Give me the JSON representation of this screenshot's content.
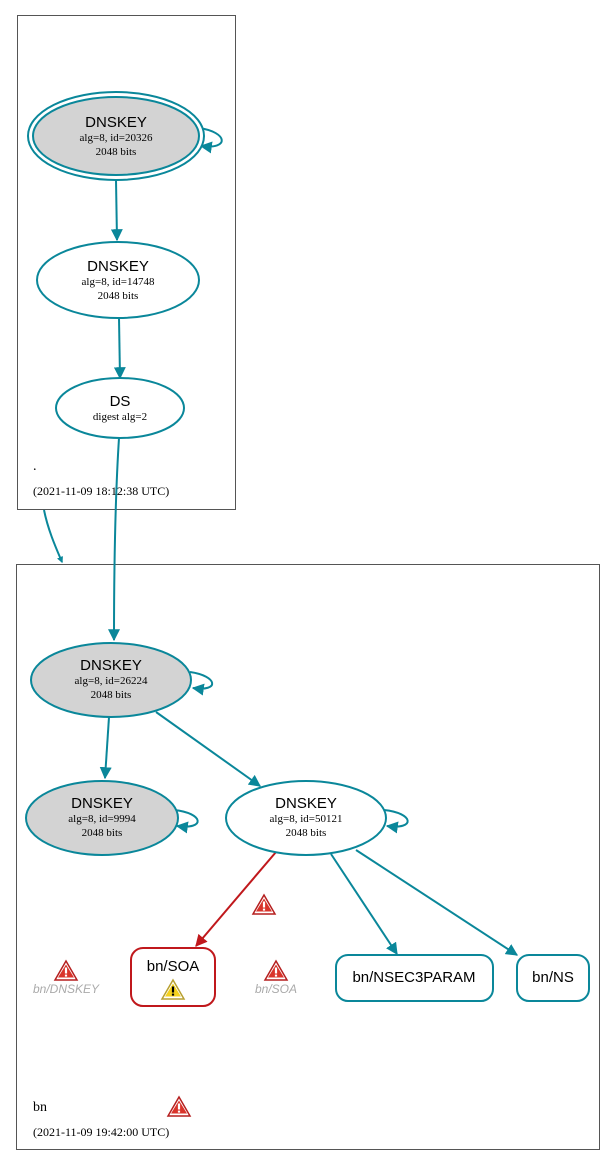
{
  "colors": {
    "secure": "#0a879a",
    "bogus": "#c0181c",
    "ksk_fill": "#d3d3d3",
    "warning_red": "#d9342b",
    "warning_yellow": "#f5d21e",
    "ghost_text": "#aaaaaa"
  },
  "zones": {
    "root": {
      "label": ".",
      "timestamp": "(2021-11-09 18:12:38 UTC)"
    },
    "bn": {
      "label": "bn",
      "timestamp": "(2021-11-09 19:42:00 UTC)"
    }
  },
  "nodes": {
    "root_ksk": {
      "title": "DNSKEY",
      "line1": "alg=8, id=20326",
      "line2": "2048 bits"
    },
    "root_zsk": {
      "title": "DNSKEY",
      "line1": "alg=8, id=14748",
      "line2": "2048 bits"
    },
    "root_ds": {
      "title": "DS",
      "line1": "digest alg=2"
    },
    "bn_ksk": {
      "title": "DNSKEY",
      "line1": "alg=8, id=26224",
      "line2": "2048 bits"
    },
    "bn_key_9994": {
      "title": "DNSKEY",
      "line1": "alg=8, id=9994",
      "line2": "2048 bits"
    },
    "bn_zsk": {
      "title": "DNSKEY",
      "line1": "alg=8, id=50121",
      "line2": "2048 bits"
    }
  },
  "rrsets": {
    "soa": "bn/SOA",
    "nsec3param": "bn/NSEC3PARAM",
    "ns": "bn/NS"
  },
  "ghost_nodes": {
    "dnskey": "bn/DNSKEY",
    "soa": "bn/SOA"
  },
  "icons": {
    "error": "warning-triangle-red",
    "warning": "warning-triangle-yellow"
  }
}
